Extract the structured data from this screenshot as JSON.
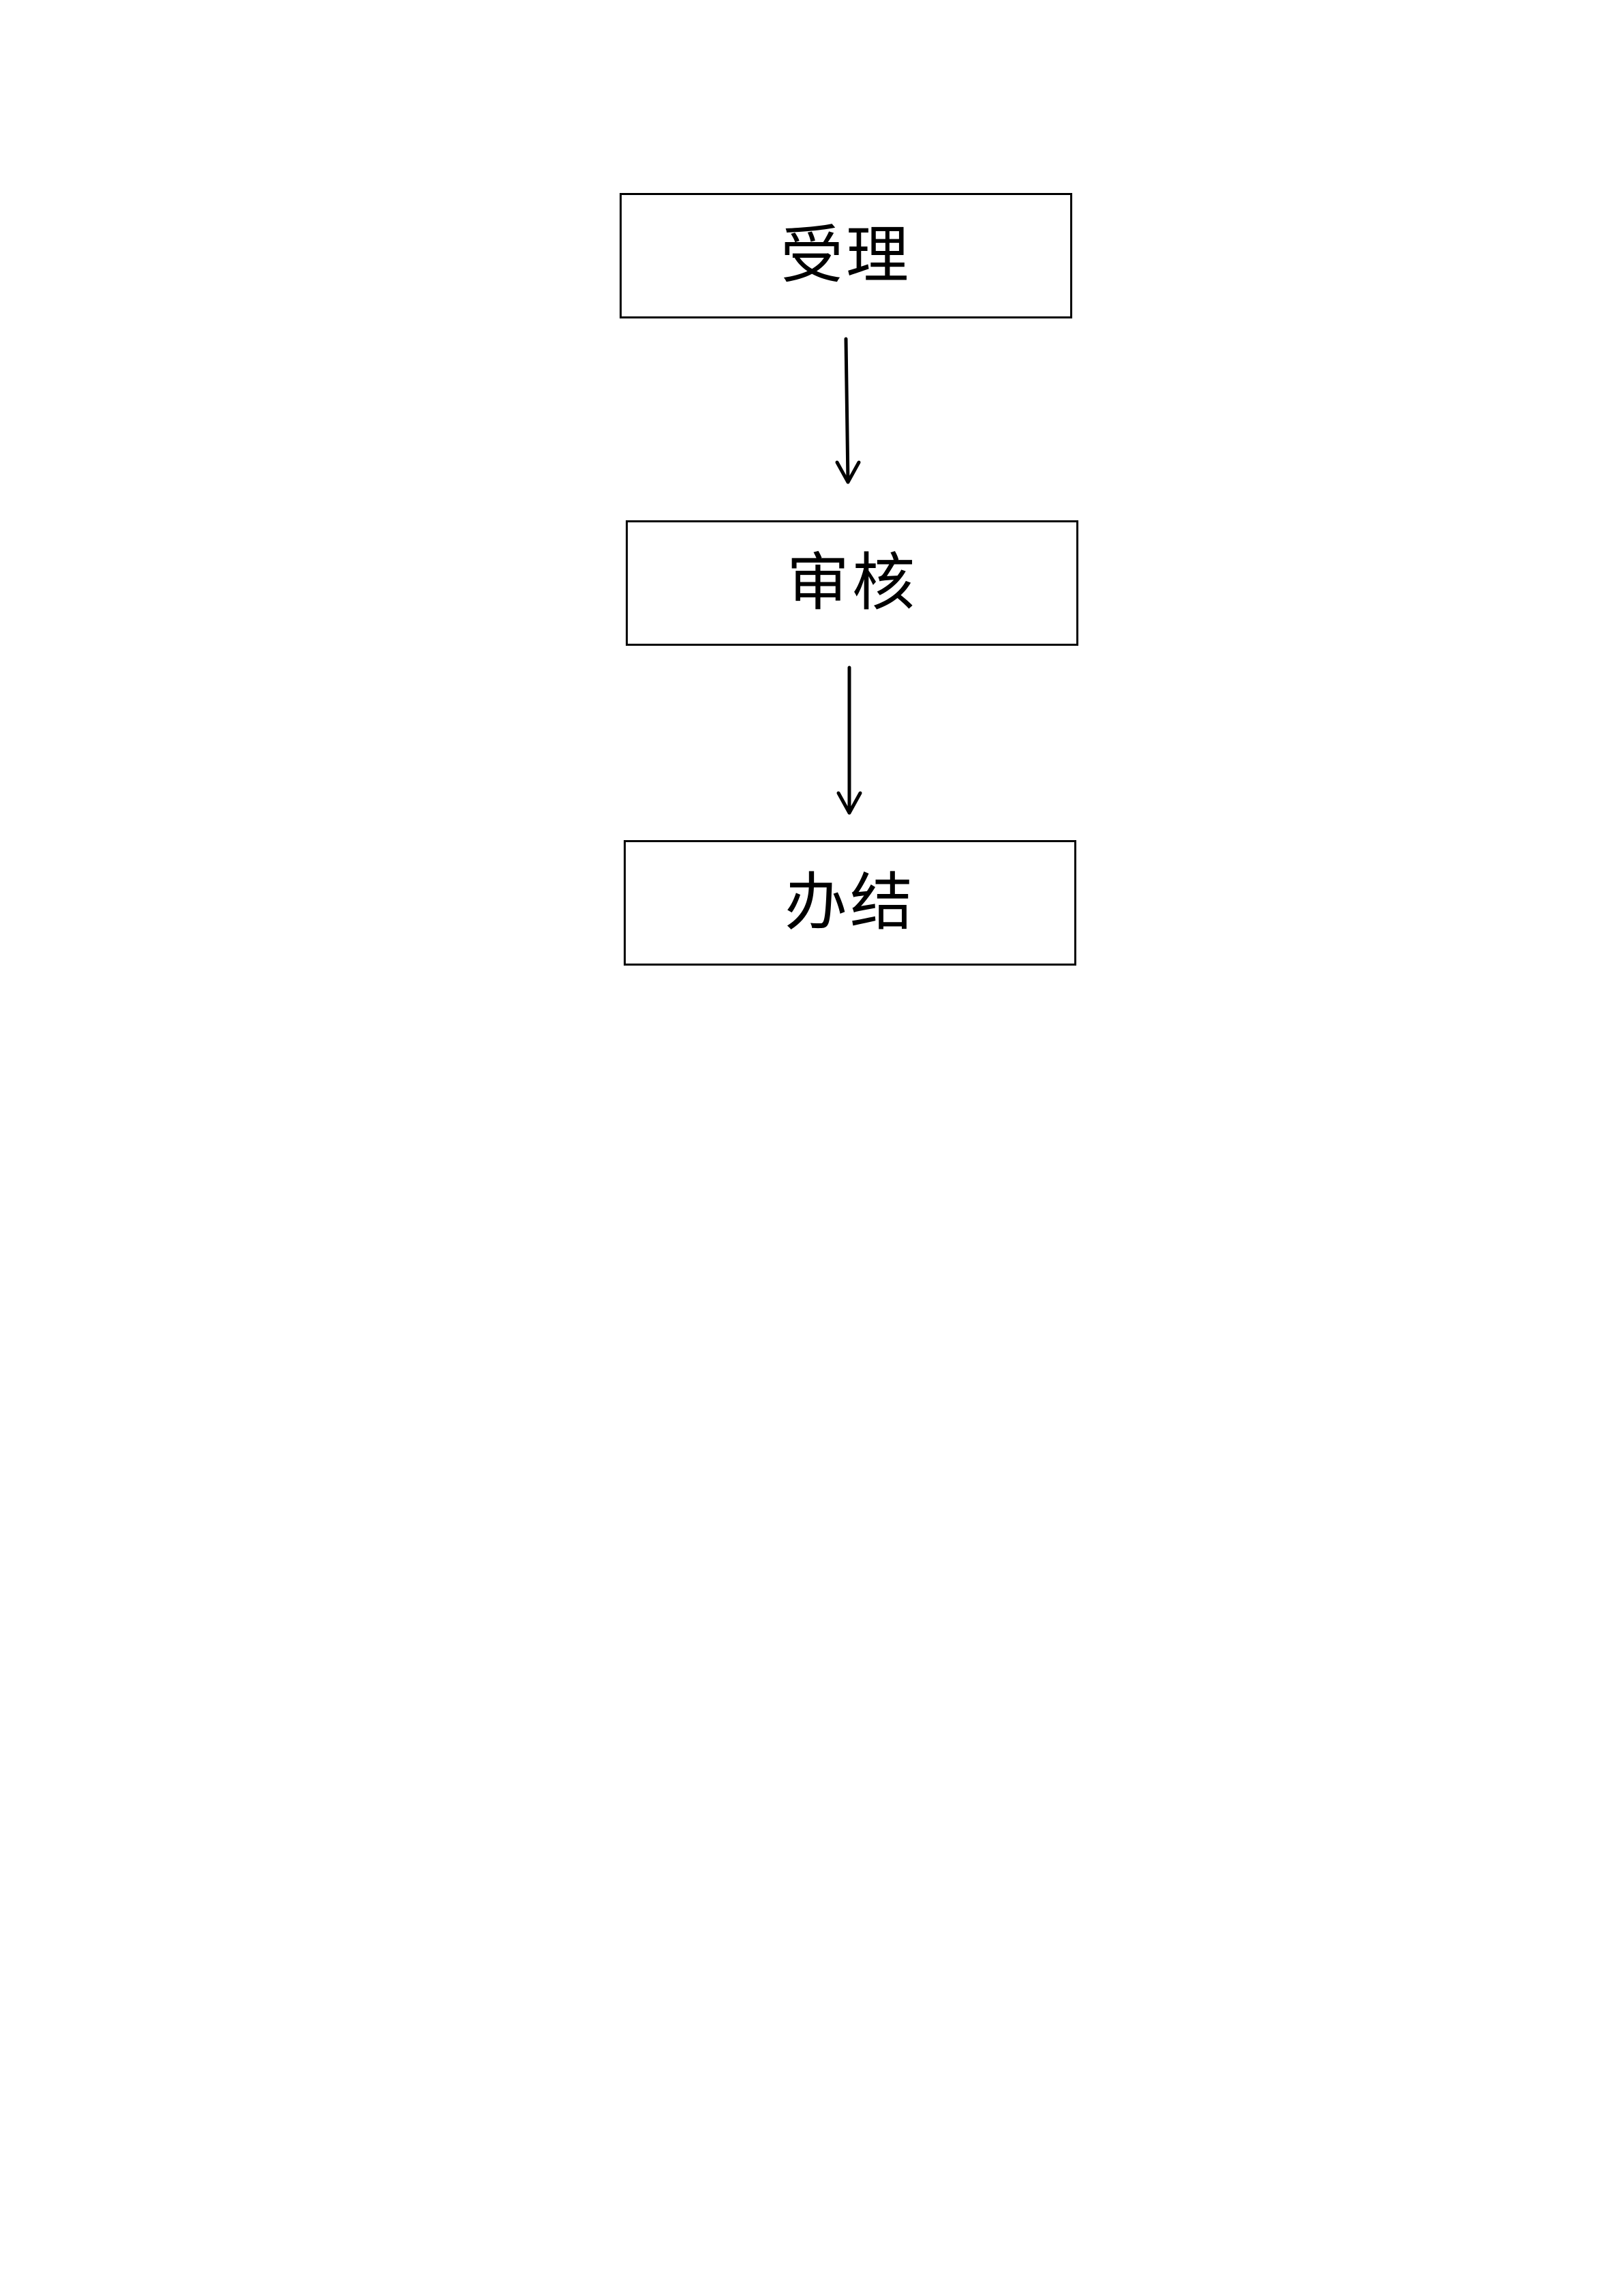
{
  "flowchart": {
    "steps": [
      {
        "label": "受理"
      },
      {
        "label": "审核"
      },
      {
        "label": "办结"
      }
    ],
    "colors": {
      "border": "#000000",
      "text": "#000000",
      "background": "#ffffff"
    }
  }
}
